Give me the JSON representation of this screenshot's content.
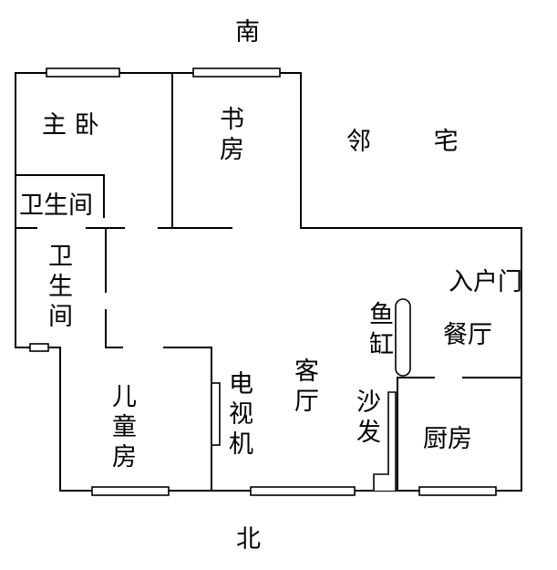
{
  "compass": {
    "south": "南",
    "north": "北"
  },
  "rooms": {
    "master_bedroom": "主 卧",
    "study": "书房",
    "neighbor": "邻        宅",
    "bathroom_1": "卫生间",
    "bathroom_2": "卫生间",
    "entrance": "入户门",
    "dining": "餐厅",
    "fish_tank": "鱼缸",
    "kids_room": "儿童房",
    "tv": "电视机",
    "living": "客厅",
    "sofa": "沙发",
    "kitchen": "厨房"
  }
}
